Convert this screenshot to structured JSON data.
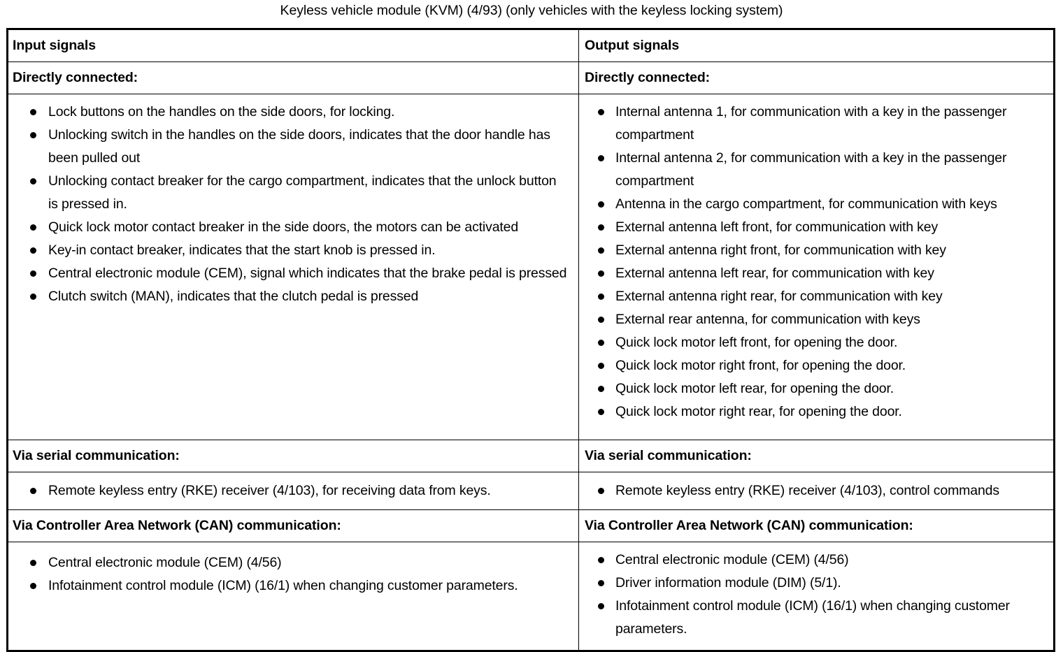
{
  "document": {
    "title": "Keyless vehicle module (KVM) (4/93) (only vehicles with the keyless locking system)"
  },
  "table": {
    "columns": [
      {
        "header": "Input signals"
      },
      {
        "header": "Output signals"
      }
    ],
    "sections": [
      {
        "id": "directly-connected",
        "left": {
          "header": "Directly connected:",
          "items": [
            "Lock buttons on the handles on the side doors, for locking.",
            "Unlocking switch in the handles on the side doors, indicates that the door handle has been pulled out",
            "Unlocking contact breaker for the cargo compartment, indicates that the unlock button is pressed in.",
            "Quick lock motor contact breaker in the side doors, the motors can be activated",
            "Key-in contact breaker, indicates that the start knob is pressed in.",
            "Central electronic module (CEM), signal which indicates that the brake pedal is pressed",
            "Clutch switch (MAN), indicates that the clutch pedal is pressed"
          ]
        },
        "right": {
          "header": "Directly connected:",
          "items": [
            "Internal antenna 1, for communication with a key in the passenger compartment",
            "Internal antenna 2, for communication with a key in the passenger compartment",
            "Antenna in the cargo compartment, for communication with keys",
            "External antenna left front, for communication with key",
            "External antenna right front, for communication with key",
            "External antenna left rear, for communication with key",
            "External antenna right rear, for communication with key",
            "External rear antenna, for communication with keys",
            "Quick lock motor left front, for opening the door.",
            "Quick lock motor right front, for opening the door.",
            "Quick lock motor left rear, for opening the door.",
            "Quick lock motor right rear, for opening the door."
          ]
        }
      },
      {
        "id": "via-serial-communication",
        "left": {
          "header": "Via serial communication:",
          "items": [
            "Remote keyless entry (RKE) receiver (4/103), for receiving data from keys."
          ]
        },
        "right": {
          "header": "Via serial communication:",
          "items": [
            "Remote keyless entry (RKE) receiver (4/103), control commands"
          ]
        }
      },
      {
        "id": "via-can-communication",
        "left": {
          "header": "Via Controller Area Network (CAN) communication:",
          "items": [
            "Central electronic module (CEM) (4/56)",
            "Infotainment control module (ICM) (16/1) when changing customer parameters."
          ]
        },
        "right": {
          "header": "Via Controller Area Network (CAN) communication:",
          "items": [
            "Central electronic module (CEM) (4/56)",
            "Driver information module (DIM) (5/1).",
            "Infotainment control module (ICM) (16/1) when changing customer parameters."
          ]
        }
      }
    ]
  }
}
